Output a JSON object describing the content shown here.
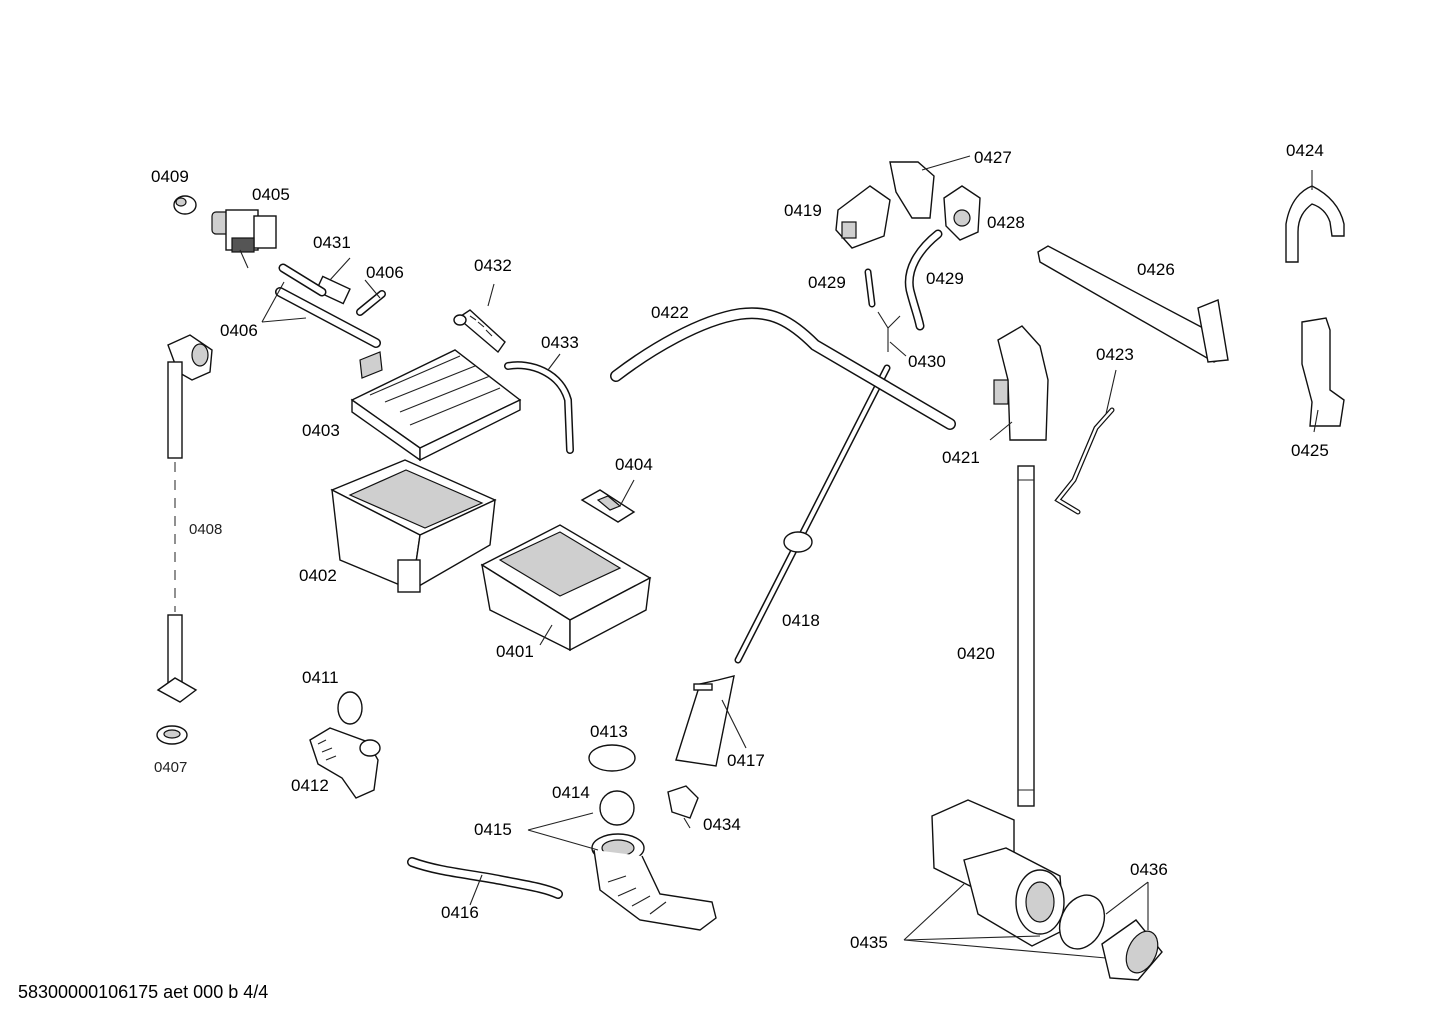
{
  "diagram": {
    "part_labels": {
      "p0401": "0401",
      "p0402": "0402",
      "p0403": "0403",
      "p0404": "0404",
      "p0405": "0405",
      "p0406a": "0406",
      "p0406b": "0406",
      "p0407": "0407",
      "p0408": "0408",
      "p0409": "0409",
      "p0411": "0411",
      "p0412": "0412",
      "p0413": "0413",
      "p0414": "0414",
      "p0415": "0415",
      "p0416": "0416",
      "p0417": "0417",
      "p0418": "0418",
      "p0419": "0419",
      "p0420": "0420",
      "p0421": "0421",
      "p0422": "0422",
      "p0423": "0423",
      "p0424": "0424",
      "p0425": "0425",
      "p0426": "0426",
      "p0427": "0427",
      "p0428": "0428",
      "p0429a": "0429",
      "p0429b": "0429",
      "p0430": "0430",
      "p0431": "0431",
      "p0432": "0432",
      "p0433": "0433",
      "p0434": "0434",
      "p0435": "0435",
      "p0436": "0436"
    },
    "footer": "58300000106175 aet 000 b 4/4"
  }
}
